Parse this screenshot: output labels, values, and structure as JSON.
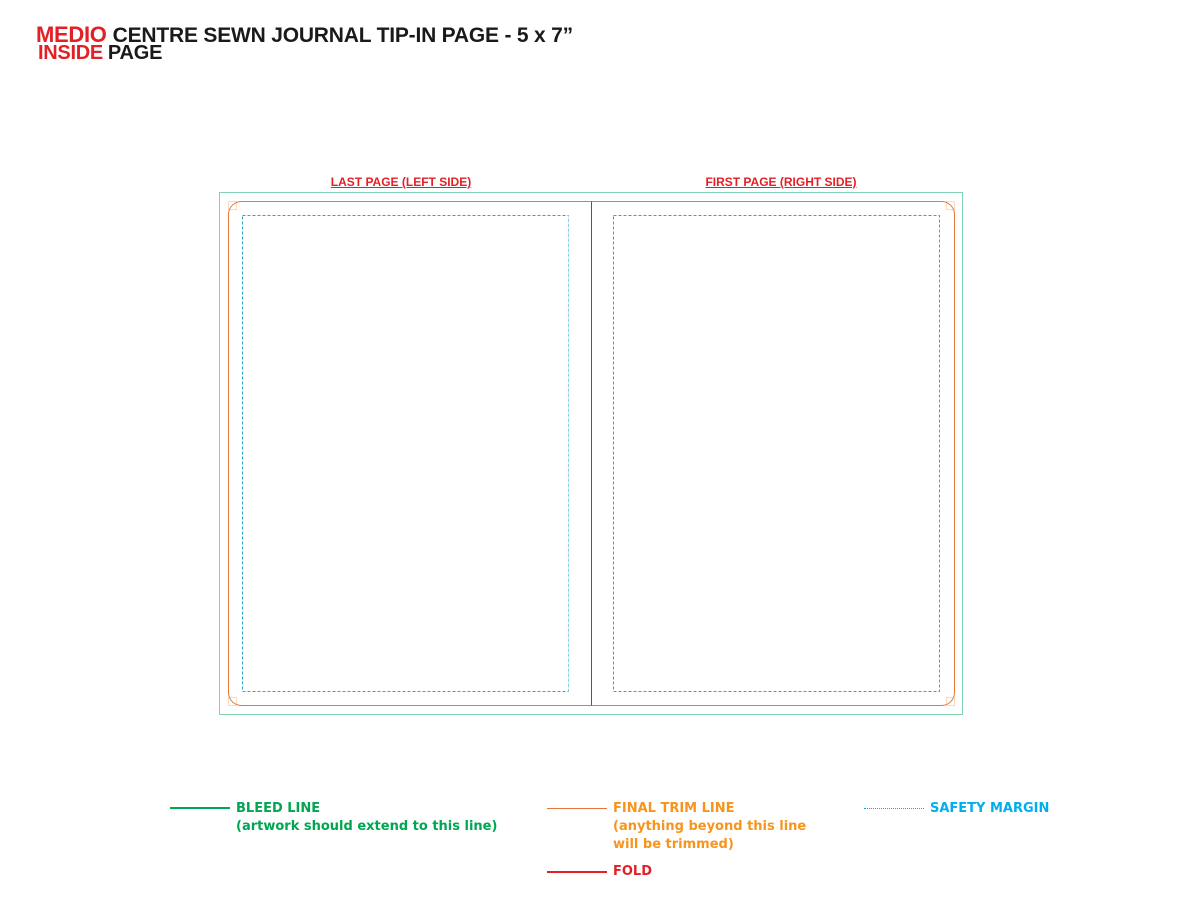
{
  "header": {
    "brand_line1": "MEDIO",
    "title_line1": "CENTRE SEWN JOURNAL TIP-IN PAGE - 5 x 7”",
    "brand_line2": "INSIDE",
    "title_line2": "PAGE"
  },
  "pages": {
    "left_label": "LAST PAGE (LEFT SIDE)",
    "right_label": "FIRST PAGE (RIGHT SIDE)"
  },
  "legend": {
    "bleed": {
      "label": "BLEED LINE",
      "note": "(artwork should extend to this line)"
    },
    "trim": {
      "label": "FINAL TRIM LINE",
      "note": "(anything beyond this line\nwill be trimmed)"
    },
    "safety": {
      "label": "SAFETY MARGIN"
    },
    "fold": {
      "label": "FOLD"
    }
  },
  "colors": {
    "bleed": "#00a651",
    "trim": "#f7941d",
    "safety": "#00aeef",
    "fold": "#e32026",
    "brand": "#e32026"
  }
}
